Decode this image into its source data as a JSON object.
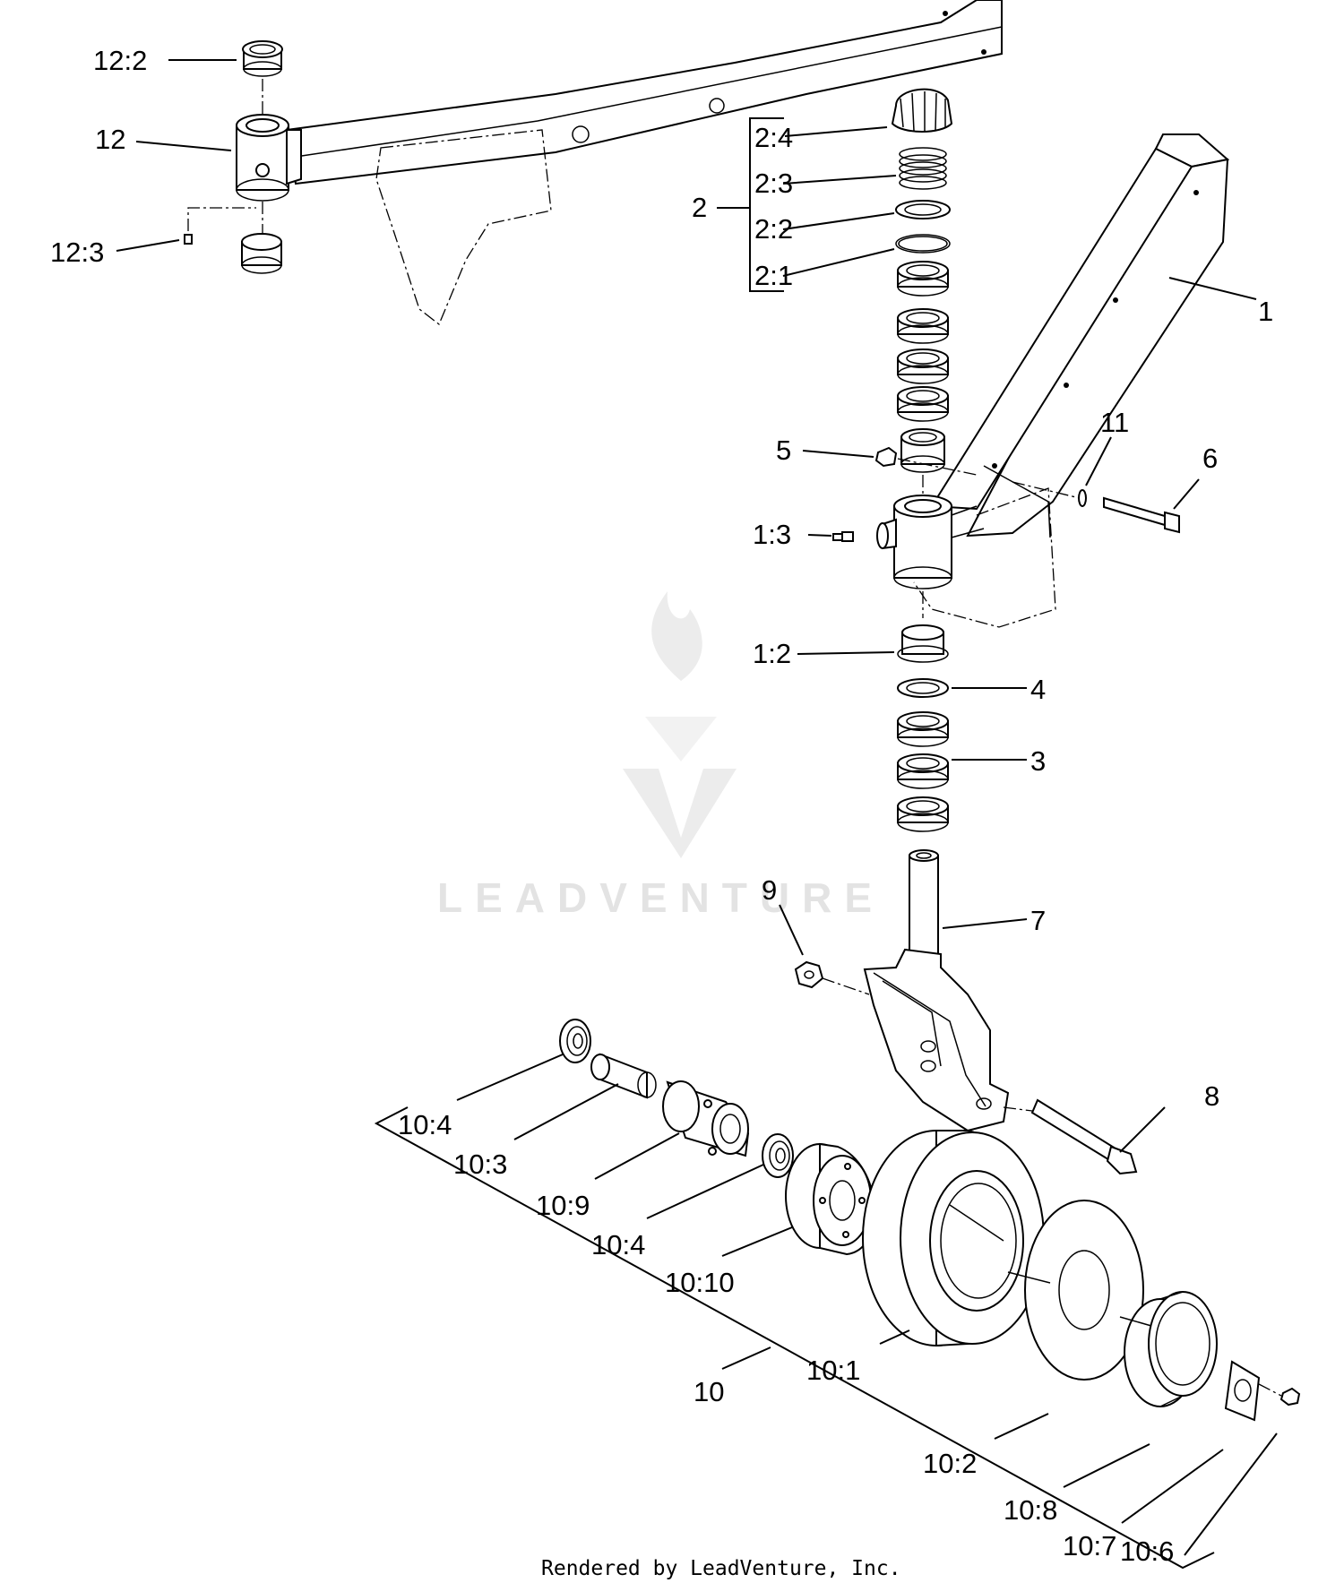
{
  "diagram": {
    "callouts": [
      {
        "id": "12_2",
        "label": "12:2"
      },
      {
        "id": "12",
        "label": "12"
      },
      {
        "id": "12_3",
        "label": "12:3"
      },
      {
        "id": "2_4",
        "label": "2:4"
      },
      {
        "id": "2_3",
        "label": "2:3"
      },
      {
        "id": "2",
        "label": "2"
      },
      {
        "id": "2_2",
        "label": "2:2"
      },
      {
        "id": "2_1",
        "label": "2:1"
      },
      {
        "id": "1",
        "label": "1"
      },
      {
        "id": "5",
        "label": "5"
      },
      {
        "id": "11",
        "label": "11"
      },
      {
        "id": "6",
        "label": "6"
      },
      {
        "id": "1_3",
        "label": "1:3"
      },
      {
        "id": "1_2",
        "label": "1:2"
      },
      {
        "id": "4",
        "label": "4"
      },
      {
        "id": "3",
        "label": "3"
      },
      {
        "id": "9",
        "label": "9"
      },
      {
        "id": "7",
        "label": "7"
      },
      {
        "id": "8",
        "label": "8"
      },
      {
        "id": "10_4a",
        "label": "10:4"
      },
      {
        "id": "10_3",
        "label": "10:3"
      },
      {
        "id": "10_9",
        "label": "10:9"
      },
      {
        "id": "10_4b",
        "label": "10:4"
      },
      {
        "id": "10_10",
        "label": "10:10"
      },
      {
        "id": "10_1",
        "label": "10:1"
      },
      {
        "id": "10",
        "label": "10"
      },
      {
        "id": "10_2",
        "label": "10:2"
      },
      {
        "id": "10_8",
        "label": "10:8"
      },
      {
        "id": "10_7",
        "label": "10:7"
      },
      {
        "id": "10_6",
        "label": "10:6"
      }
    ],
    "watermark": "LEADVENTURE",
    "footer": "Rendered by LeadVenture, Inc."
  }
}
